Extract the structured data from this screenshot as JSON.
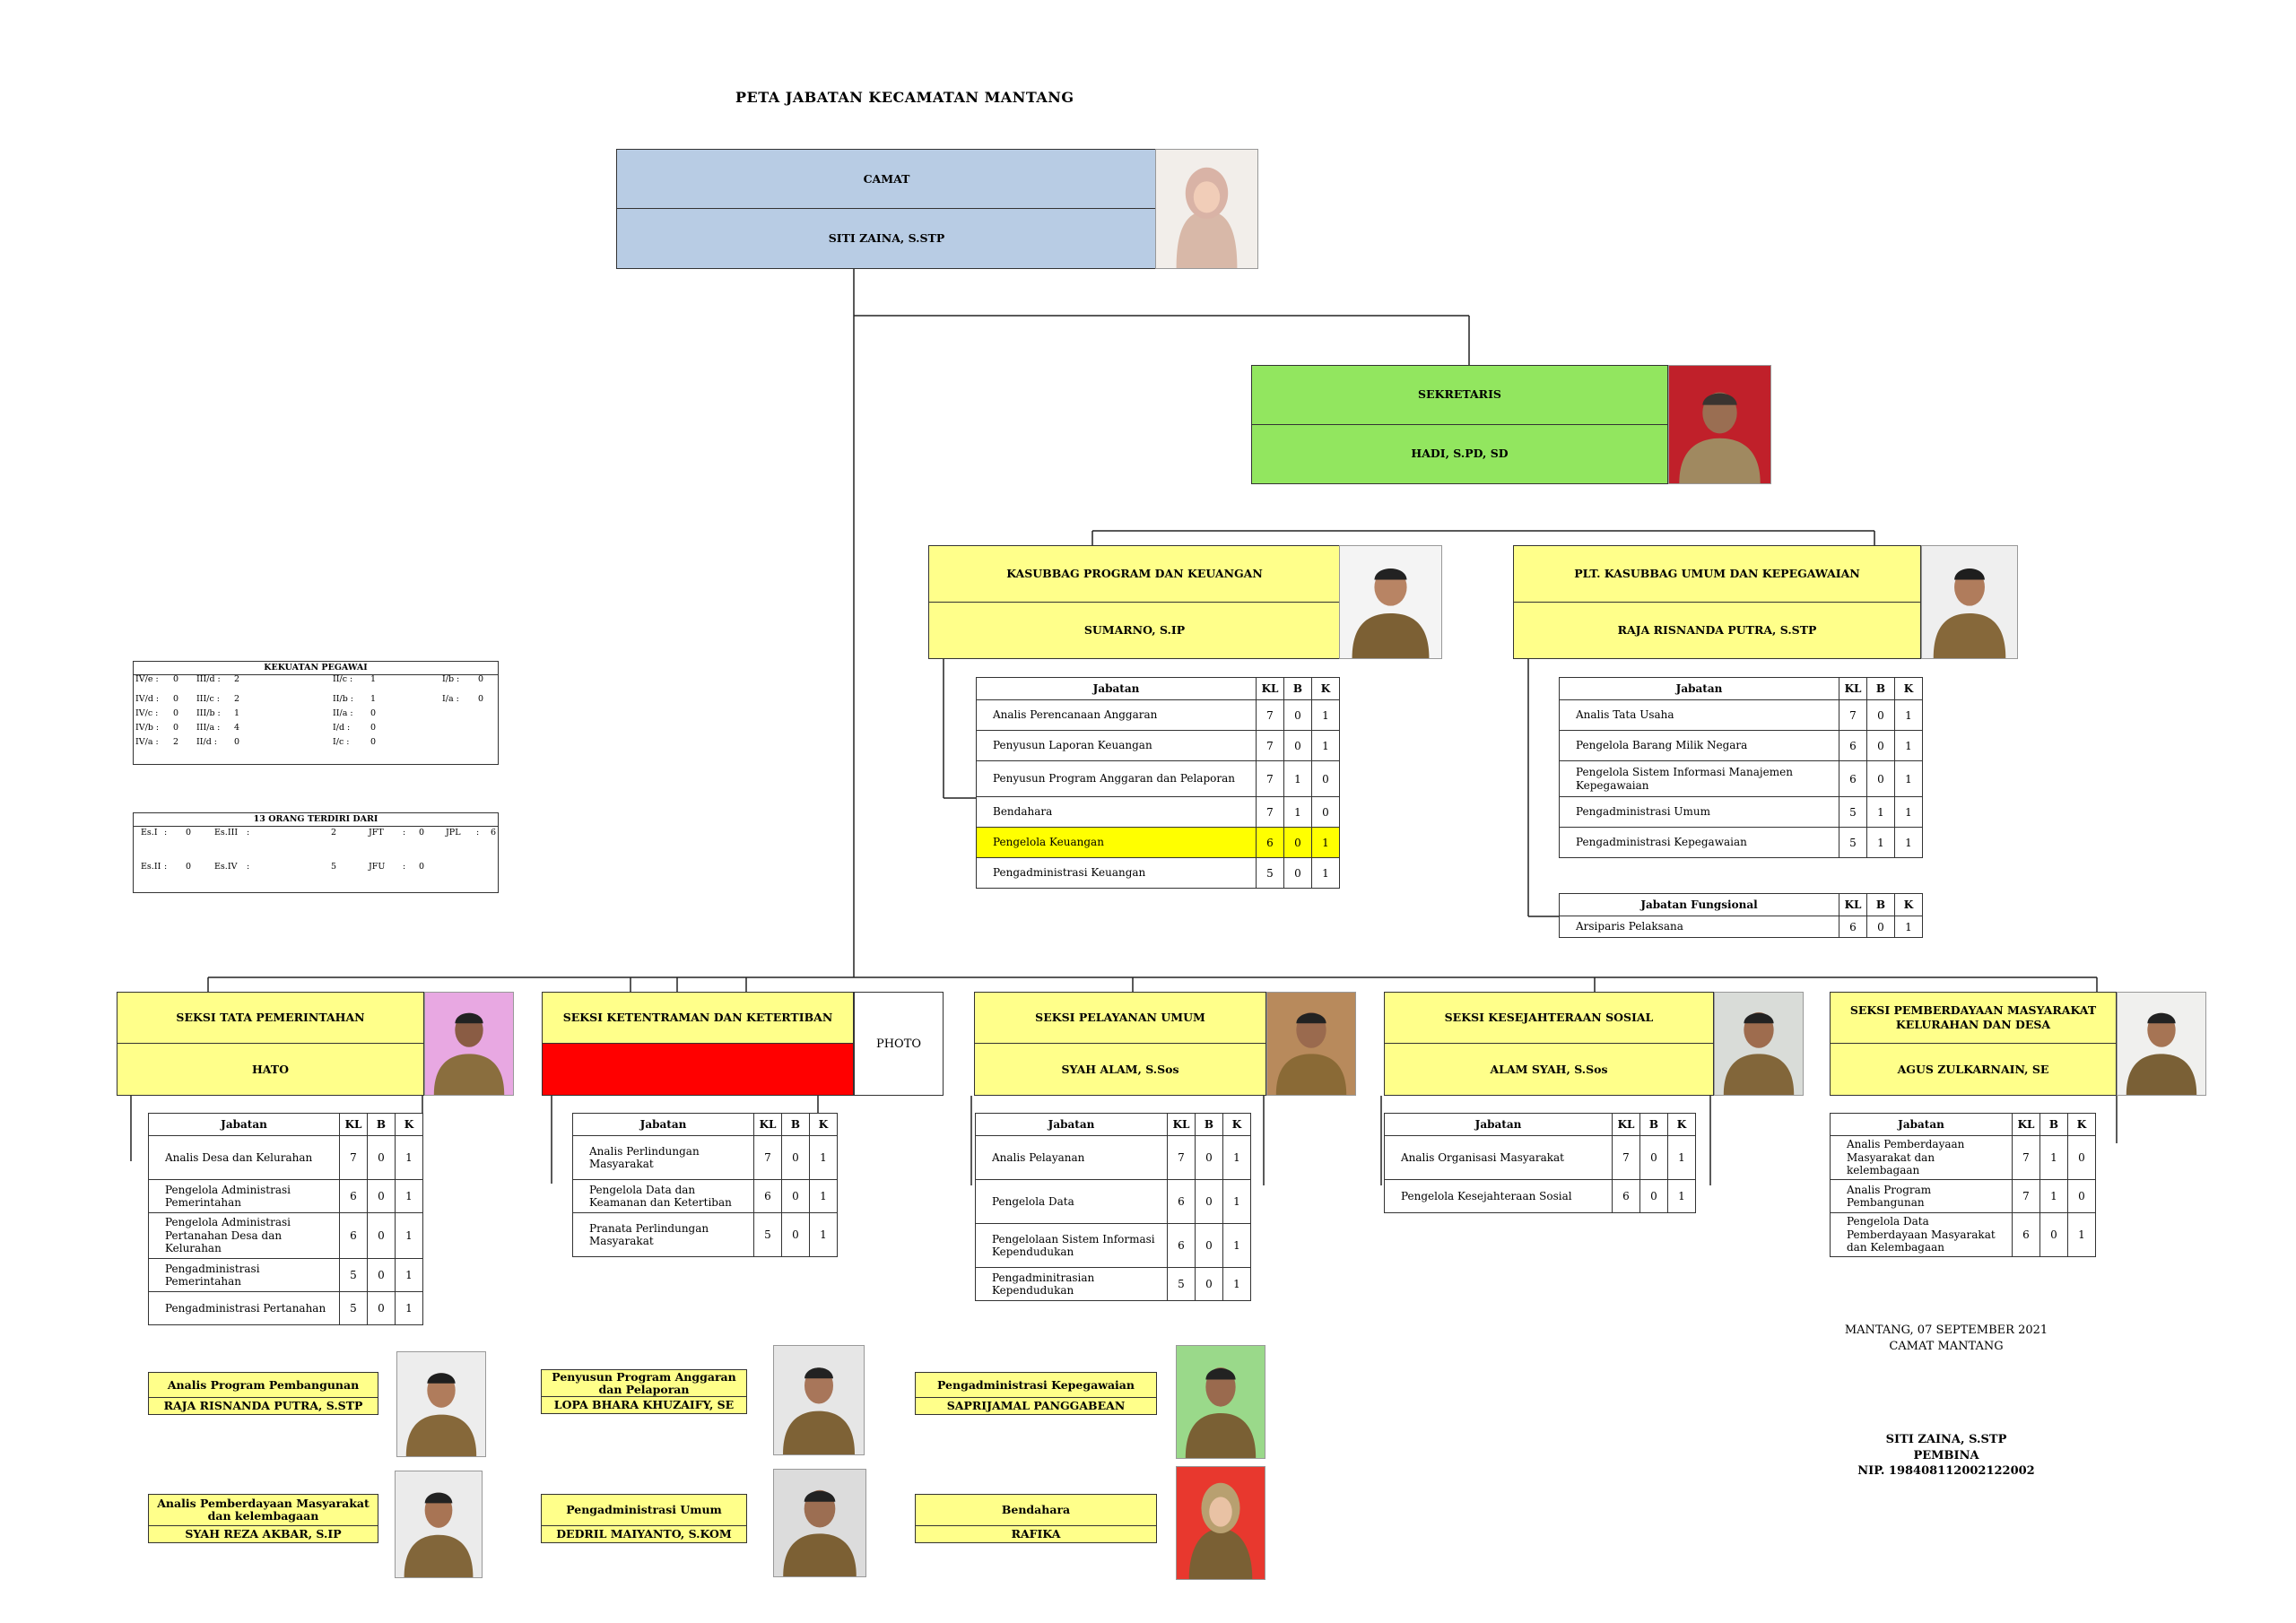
{
  "title": "PETA JABATAN KECAMATAN MANTANG",
  "camat": {
    "jabatan": "CAMAT",
    "nama": "SITI ZAINA, S.STP"
  },
  "sekretaris": {
    "jabatan": "SEKRETARIS",
    "nama": "HADI, S.PD, SD"
  },
  "kasubbag_program": {
    "jabatan": "KASUBBAG PROGRAM DAN KEUANGAN",
    "nama": "SUMARNO, S.IP"
  },
  "kasubbag_umum": {
    "jabatan": "PLT. KASUBBAG UMUM DAN KEPEGAWAIAN",
    "nama": "RAJA RISNANDA PUTRA, S.STP"
  },
  "seksi": [
    {
      "jabatan": "SEKSI TATA PEMERINTAHAN",
      "nama": "HATO"
    },
    {
      "jabatan": "SEKSI KETENTRAMAN DAN KETERTIBAN",
      "nama": "",
      "photo_label": "PHOTO"
    },
    {
      "jabatan": "SEKSI PELAYANAN UMUM",
      "nama": "SYAH ALAM, S.Sos"
    },
    {
      "jabatan": "SEKSI KESEJAHTERAAN SOSIAL",
      "nama": "ALAM SYAH, S.Sos"
    },
    {
      "jabatan": "SEKSI PEMBERDAYAAN MASYARAKAT KELURAHAN DAN DESA",
      "nama": "AGUS ZULKARNAIN, SE"
    }
  ],
  "table_headers": {
    "jabatan": "Jabatan",
    "kl": "KL",
    "b": "B",
    "k": "K",
    "fungsional": "Jabatan Fungsional"
  },
  "tables": {
    "program": [
      {
        "n": "Analis Perencanaan Anggaran",
        "kl": "7",
        "b": "0",
        "k": "1"
      },
      {
        "n": "Penyusun Laporan Keuangan",
        "kl": "7",
        "b": "0",
        "k": "1"
      },
      {
        "n": "Penyusun Program Anggaran dan Pelaporan",
        "kl": "7",
        "b": "1",
        "k": "0"
      },
      {
        "n": "Bendahara",
        "kl": "7",
        "b": "1",
        "k": "0"
      },
      {
        "n": "Pengelola Keuangan",
        "kl": "6",
        "b": "0",
        "k": "1",
        "hl": true
      },
      {
        "n": "Pengadministrasi Keuangan",
        "kl": "5",
        "b": "0",
        "k": "1"
      }
    ],
    "umum": [
      {
        "n": "Analis Tata Usaha",
        "kl": "7",
        "b": "0",
        "k": "1"
      },
      {
        "n": "Pengelola Barang Milik Negara",
        "kl": "6",
        "b": "0",
        "k": "1"
      },
      {
        "n": "Pengelola Sistem Informasi Manajemen Kepegawaian",
        "kl": "6",
        "b": "0",
        "k": "1"
      },
      {
        "n": "Pengadministrasi Umum",
        "kl": "5",
        "b": "1",
        "k": "1"
      },
      {
        "n": "Pengadministrasi Kepegawaian",
        "kl": "5",
        "b": "1",
        "k": "1"
      }
    ],
    "fungsional": [
      {
        "n": "Arsiparis Pelaksana",
        "kl": "6",
        "b": "0",
        "k": "1"
      }
    ],
    "tapem": [
      {
        "n": "Analis Desa dan Kelurahan",
        "kl": "7",
        "b": "0",
        "k": "1"
      },
      {
        "n": "Pengelola Administrasi Pemerintahan",
        "kl": "6",
        "b": "0",
        "k": "1"
      },
      {
        "n": "Pengelola Administrasi Pertanahan Desa dan Kelurahan",
        "kl": "6",
        "b": "0",
        "k": "1"
      },
      {
        "n": "Pengadministrasi Pemerintahan",
        "kl": "5",
        "b": "0",
        "k": "1"
      },
      {
        "n": "Pengadministrasi Pertanahan",
        "kl": "5",
        "b": "0",
        "k": "1"
      }
    ],
    "trantib": [
      {
        "n": "Analis Perlindungan Masyarakat",
        "kl": "7",
        "b": "0",
        "k": "1"
      },
      {
        "n": "Pengelola Data dan Keamanan dan Ketertiban",
        "kl": "6",
        "b": "0",
        "k": "1"
      },
      {
        "n": "Pranata Perlindungan Masyarakat",
        "kl": "5",
        "b": "0",
        "k": "1"
      }
    ],
    "pelayanan": [
      {
        "n": "Analis Pelayanan",
        "kl": "7",
        "b": "0",
        "k": "1"
      },
      {
        "n": "Pengelola Data",
        "kl": "6",
        "b": "0",
        "k": "1"
      },
      {
        "n": "Pengelolaan Sistem Informasi Kependudukan",
        "kl": "6",
        "b": "0",
        "k": "1"
      },
      {
        "n": "Pengadminitrasian Kependudukan",
        "kl": "5",
        "b": "0",
        "k": "1"
      }
    ],
    "kesos": [
      {
        "n": "Analis Organisasi Masyarakat",
        "kl": "7",
        "b": "0",
        "k": "1"
      },
      {
        "n": "Pengelola Kesejahteraan Sosial",
        "kl": "6",
        "b": "0",
        "k": "1"
      }
    ],
    "pmd": [
      {
        "n": "Analis Pemberdayaan Masyarakat dan kelembagaan",
        "kl": "7",
        "b": "1",
        "k": "0"
      },
      {
        "n": "Analis Program Pembangunan",
        "kl": "7",
        "b": "1",
        "k": "0"
      },
      {
        "n": "Pengelola Data Pemberdayaan Masyarakat dan Kelembagaan",
        "kl": "6",
        "b": "0",
        "k": "1"
      }
    ]
  },
  "kekuatan": {
    "title": "KEKUATAN PEGAWAI",
    "items": [
      "IV/e :",
      "0",
      "III/d :",
      "2",
      "II/c :",
      "1",
      "I/b :",
      "0",
      "IV/d :",
      "0",
      "III/c :",
      "2",
      "II/b :",
      "1",
      "I/a :",
      "0",
      "IV/c :",
      "0",
      "III/b :",
      "1",
      "II/a :",
      "0",
      "IV/b :",
      "0",
      "III/a :",
      "4",
      "I/d :",
      "0",
      "IV/a :",
      "2",
      "II/d :",
      "0",
      "I/c :",
      "0"
    ]
  },
  "terdiri": {
    "title": "13 ORANG TERDIRI DARI",
    "items": [
      "Es.I",
      ":",
      "0",
      "Es.III",
      ":",
      "2",
      "JFT",
      ":",
      "0",
      "JPL",
      ":",
      "6",
      "Es.II",
      ":",
      "0",
      "Es.IV",
      ":",
      "5",
      "JFU",
      ":",
      "0"
    ]
  },
  "fungsional_staff": [
    {
      "jabatan": "Analis Program Pembangunan",
      "nama": "RAJA RISNANDA PUTRA, S.STP"
    },
    {
      "jabatan": "Penyusun Program Anggaran dan Pelaporan",
      "nama": "LOPA BHARA KHUZAIFY, SE"
    },
    {
      "jabatan": "Pengadministrasi Kepegawaian",
      "nama": "SAPRIJAMAL PANGGABEAN"
    },
    {
      "jabatan": "Analis Pemberdayaan Masyarakat dan kelembagaan",
      "nama": "SYAH REZA AKBAR, S.IP"
    },
    {
      "jabatan": "Pengadministrasi Umum",
      "nama": "DEDRIL MAIYANTO, S.KOM"
    },
    {
      "jabatan": "Bendahara",
      "nama": "RAFIKA"
    }
  ],
  "signature": {
    "place_date": "MANTANG, 07 SEPTEMBER 2021",
    "position": "CAMAT MANTANG",
    "name": "SITI ZAINA, S.STP",
    "rank": "PEMBINA",
    "nip": "NIP. 198408112002122002"
  },
  "colors": {
    "camat": "#b8cce4",
    "sekretaris": "#92e65f",
    "kasubbag": "#ffff8a",
    "seksi": "#ffff8a",
    "vacant": "#ff0000",
    "highlight": "#ffff00"
  }
}
